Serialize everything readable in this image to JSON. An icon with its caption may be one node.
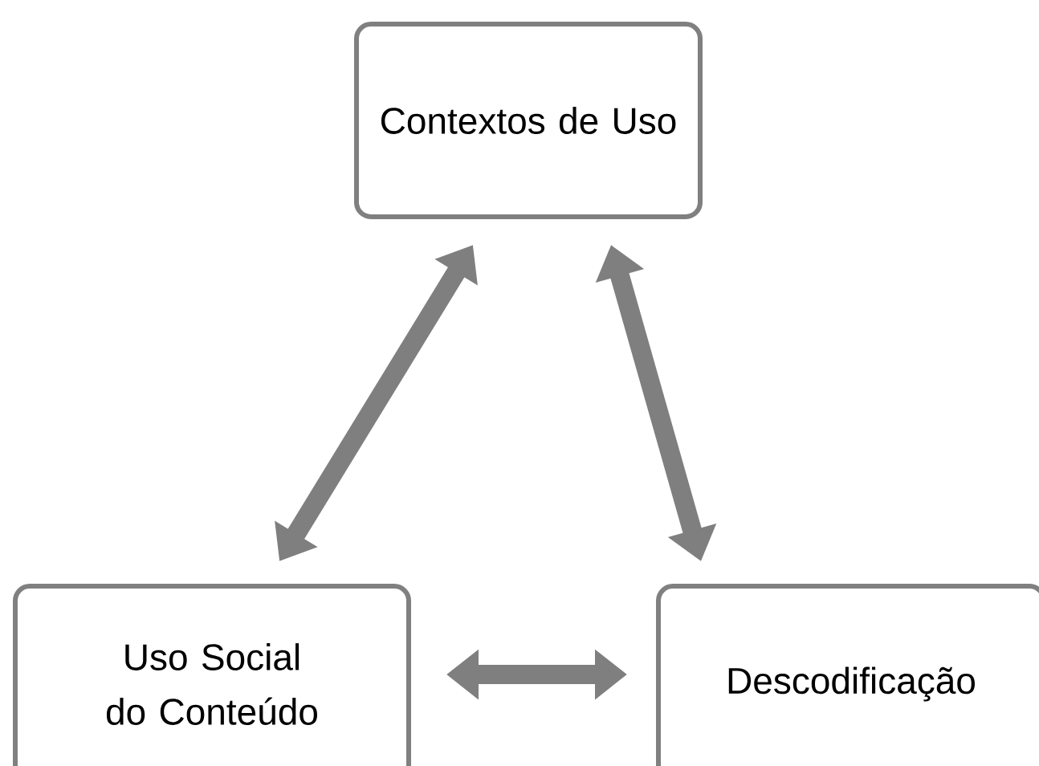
{
  "diagram": {
    "nodes": [
      {
        "text": [
          "Contextos de Uso"
        ]
      },
      {
        "text": [
          "Uso Social do Conteúdo"
        ]
      },
      {
        "text": [
          "Descodificação"
        ]
      }
    ],
    "edges": [
      {
        "from": 0,
        "to": 1,
        "arrow": "both"
      },
      {
        "from": 0,
        "to": 2,
        "arrow": "both"
      },
      {
        "from": 1,
        "to": 2,
        "arrow": "both"
      }
    ]
  }
}
